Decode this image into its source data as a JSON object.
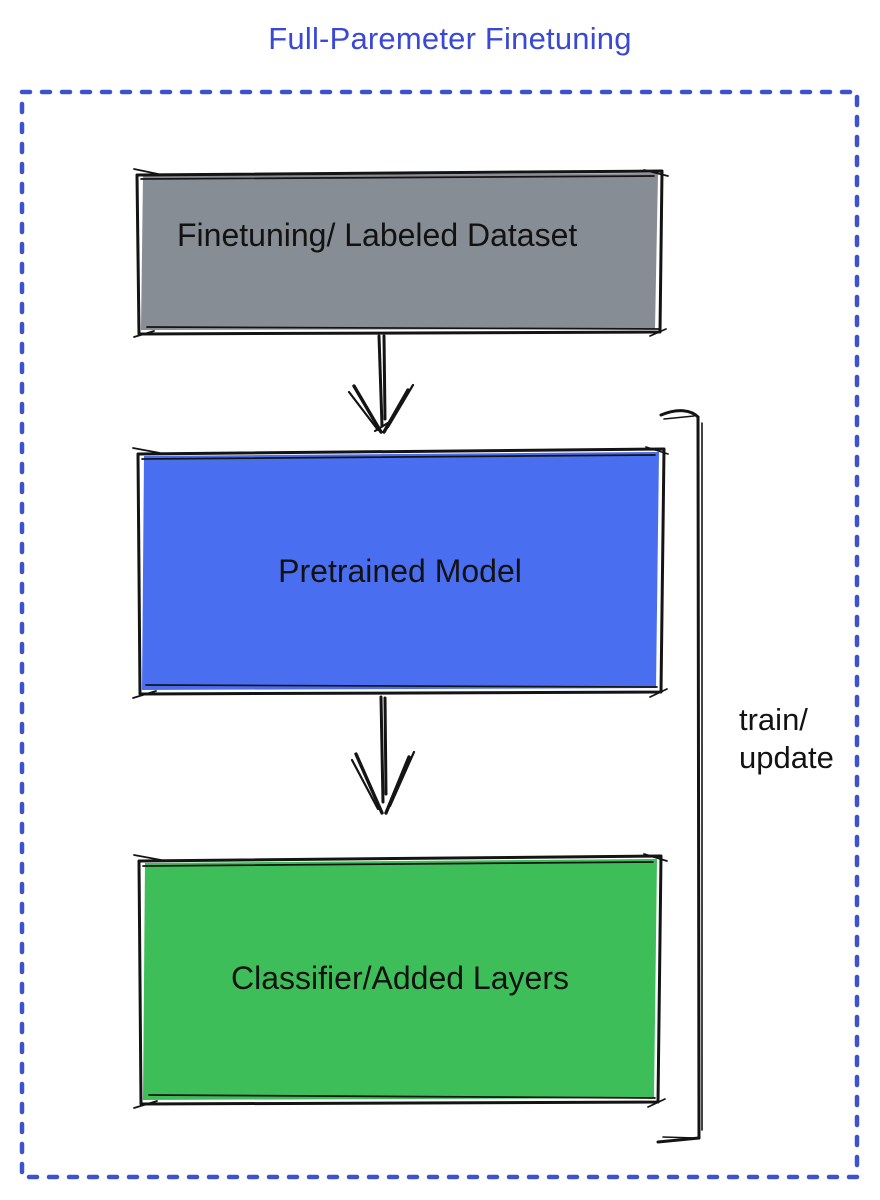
{
  "title": "Full-Paremeter Finetuning",
  "colors": {
    "title_text": "#3949d6",
    "frame_stroke": "#3d53cc",
    "outline_stroke": "#141414",
    "dataset_fill": "#878d95",
    "pretrained_fill": "#4a6ef0",
    "classifier_fill": "#3ebe59",
    "label_text": "#121212"
  },
  "boxes": [
    {
      "id": "dataset",
      "label": "Finetuning/ Labeled Dataset"
    },
    {
      "id": "pretrained",
      "label": "Pretrained Model"
    },
    {
      "id": "classifier",
      "label": "Classifier/Added Layers"
    }
  ],
  "arrows": [
    {
      "id": "dataset-to-pretrained",
      "direction": "down"
    },
    {
      "id": "pretrained-to-classifier",
      "direction": "down"
    }
  ],
  "bracket": {
    "label": "train/\nupdate"
  }
}
